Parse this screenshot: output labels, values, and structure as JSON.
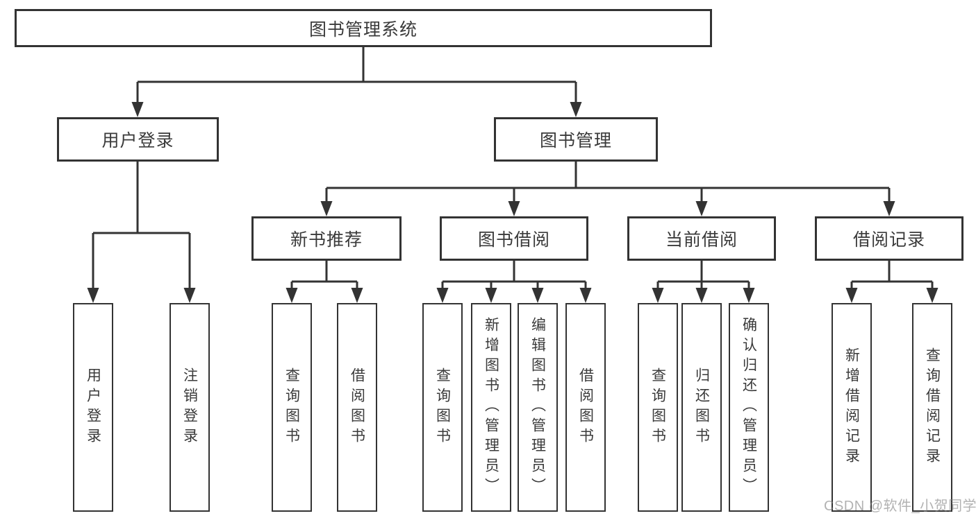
{
  "diagram": {
    "title": "图书管理系统",
    "colors": {
      "line": "#333333",
      "box_border": "#333333",
      "text": "#3a3a3a",
      "background": "#ffffff",
      "watermark": "#a8a8a8"
    },
    "tree": {
      "root": {
        "label": "图书管理系统",
        "children": [
          {
            "label": "用户登录",
            "children": [
              {
                "label": "用户登录"
              },
              {
                "label": "注销登录"
              }
            ]
          },
          {
            "label": "图书管理",
            "children": [
              {
                "label": "新书推荐",
                "children": [
                  {
                    "label": "查询图书"
                  },
                  {
                    "label": "借阅图书"
                  }
                ]
              },
              {
                "label": "图书借阅",
                "children": [
                  {
                    "label": "查询图书"
                  },
                  {
                    "label": "新增图书（管理员）"
                  },
                  {
                    "label": "编辑图书（管理员）"
                  },
                  {
                    "label": "借阅图书"
                  }
                ]
              },
              {
                "label": "当前借阅",
                "children": [
                  {
                    "label": "查询图书"
                  },
                  {
                    "label": "归还图书"
                  },
                  {
                    "label": "确认归还（管理员）"
                  }
                ]
              },
              {
                "label": "借阅记录",
                "children": [
                  {
                    "label": "新增借阅记录"
                  },
                  {
                    "label": "查询借阅记录"
                  }
                ]
              }
            ]
          }
        ]
      }
    },
    "watermark": "CSDN @软件_小贺同学"
  }
}
